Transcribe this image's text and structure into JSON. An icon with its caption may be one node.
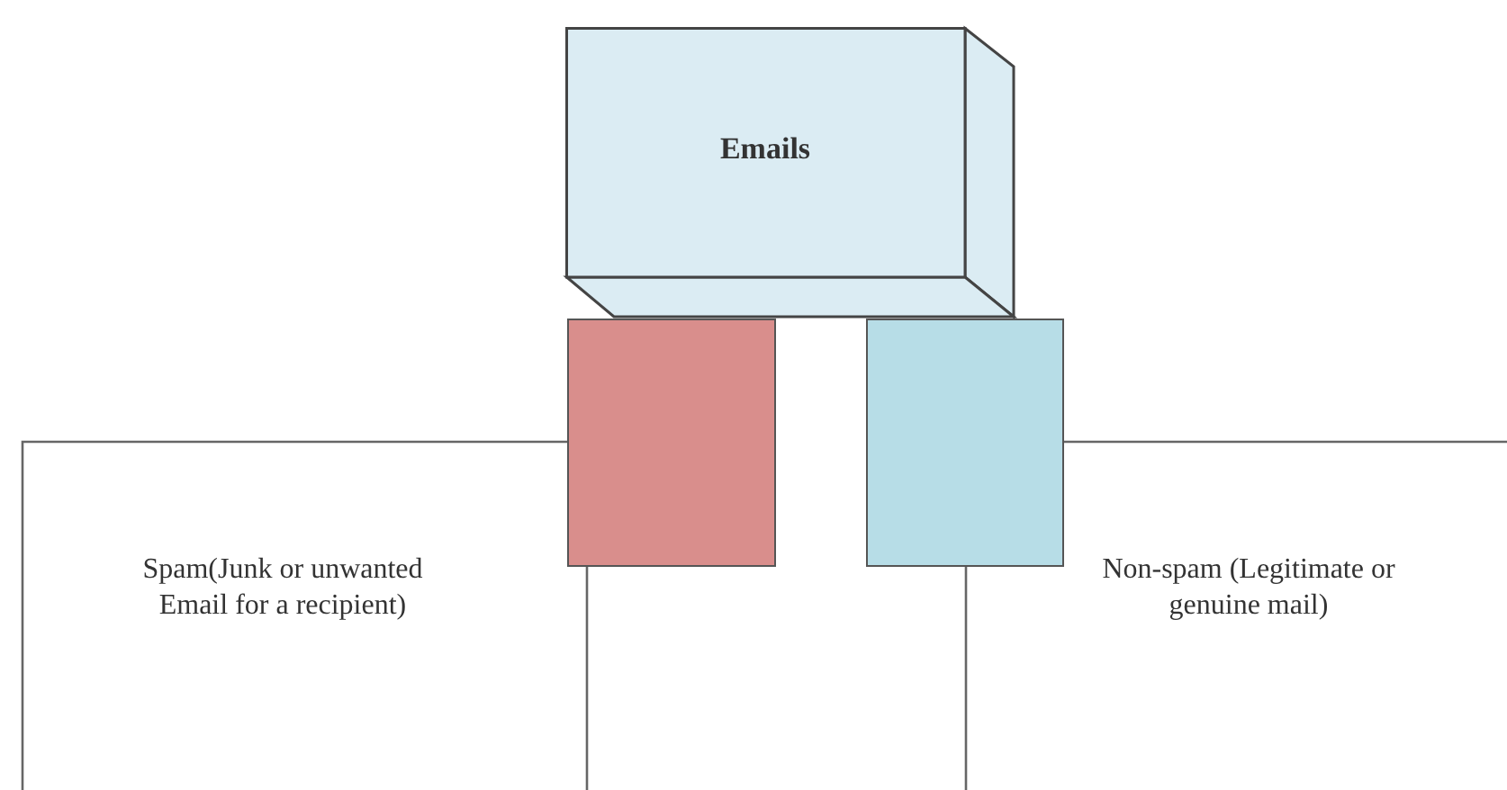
{
  "diagram": {
    "nodes": [
      {
        "text": [
          "Emails"
        ]
      },
      {
        "text": [],
        "shape": "box"
      },
      {
        "text": [],
        "shape": "box"
      },
      {
        "text": [
          "Spam(Junk or unwanted Email for a recipient)"
        ]
      },
      {
        "text": [
          "Non-spam (Legitimate or genuine mail)"
        ]
      }
    ]
  }
}
